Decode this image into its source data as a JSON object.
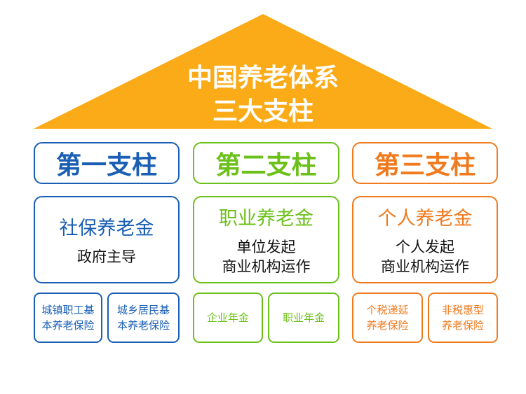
{
  "roof": {
    "line1": "中国养老体系",
    "line2": "三大支柱",
    "color": "#fbab18"
  },
  "pillars": [
    {
      "title": "第一支柱",
      "name": "社保养老金",
      "desc1": "政府主导",
      "desc2": "",
      "color": "#1a5fb4",
      "items": [
        [
          "城镇职工基",
          "本养老保险"
        ],
        [
          "城乡居民基",
          "本养老保险"
        ]
      ]
    },
    {
      "title": "第二支柱",
      "name": "职业养老金",
      "desc1": "单位发起",
      "desc2": "商业机构运作",
      "color": "#6cc01a",
      "items": [
        [
          "企业年金",
          ""
        ],
        [
          "职业年金",
          ""
        ]
      ]
    },
    {
      "title": "第三支柱",
      "name": "个人养老金",
      "desc1": "个人发起",
      "desc2": "商业机构运作",
      "color": "#f07a1e",
      "items": [
        [
          "个税递延",
          "养老保险"
        ],
        [
          "非税惠型",
          "养老保险"
        ]
      ]
    }
  ]
}
